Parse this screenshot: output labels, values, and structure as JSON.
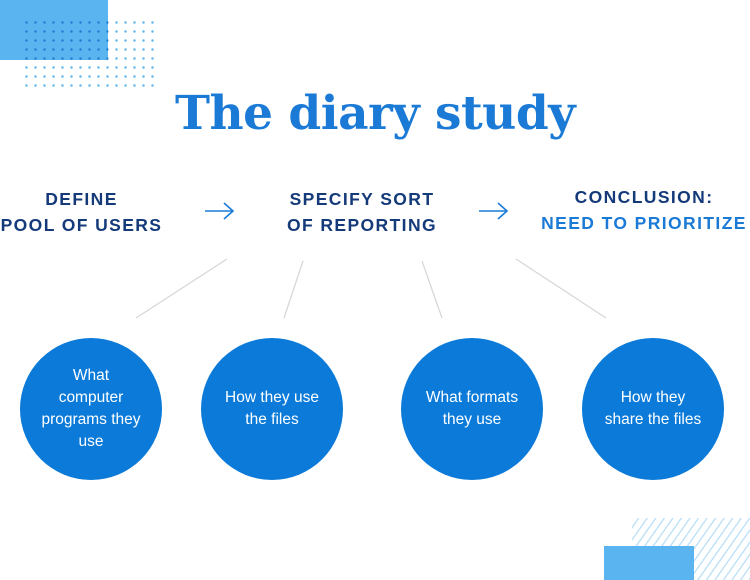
{
  "title": "The diary study",
  "steps": [
    {
      "line1": "DEFINE",
      "line2": "POOL OF USERS"
    },
    {
      "line1": "SPECIFY SORT",
      "line2": "OF REPORTING"
    },
    {
      "line1": "CONCLUSION:",
      "line2": "NEED TO PRIORITIZE"
    }
  ],
  "circles": [
    {
      "text": "What computer programs they use"
    },
    {
      "text": "How they use the files"
    },
    {
      "text": "What formats they use"
    },
    {
      "text": "How they share the files"
    }
  ],
  "colors": {
    "primary_blue": "#1a7ad6",
    "dark_navy": "#143a7a",
    "circle_blue": "#0b7ad8",
    "light_blue": "#5ab4f0"
  }
}
